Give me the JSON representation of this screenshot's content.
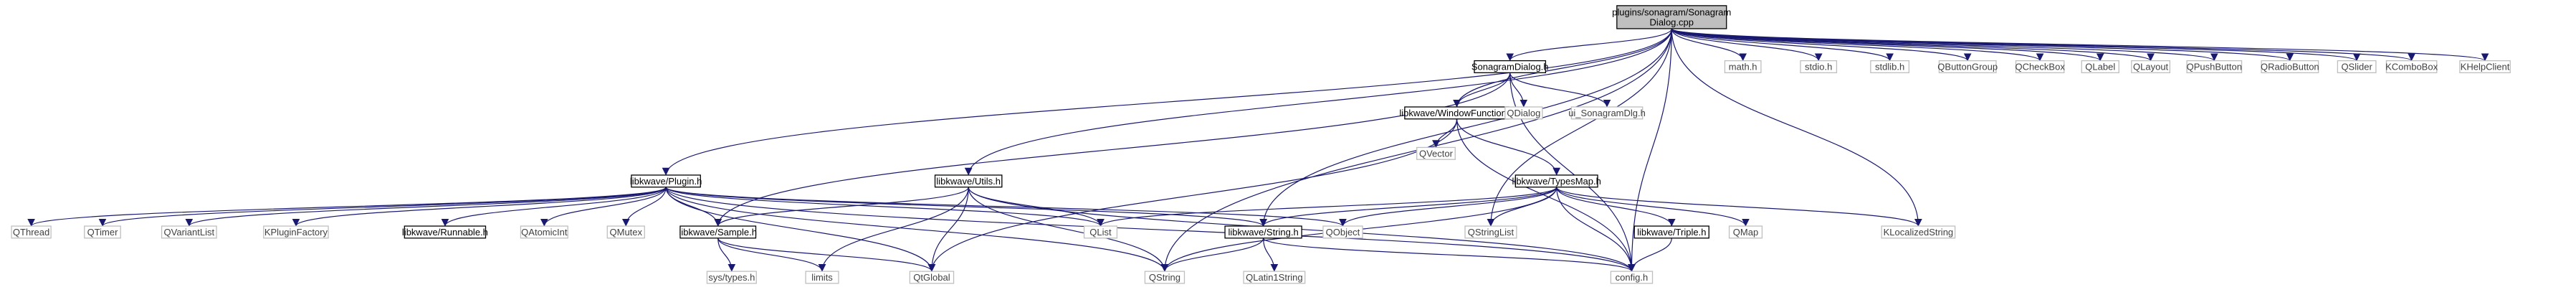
{
  "colors": {
    "root_fill": "#bfbfbf",
    "root_stroke": "#000000",
    "documented_stroke": "#000000",
    "external_stroke": "#bfbfbf",
    "text_dark": "#000000",
    "text_external": "#404040",
    "edge": "#191970"
  },
  "nodes": [
    {
      "id": "root",
      "kind": "root",
      "lines": [
        "plugins/sonagram/Sonagram",
        "Dialog.cpp"
      ]
    },
    {
      "id": "sonagramdialog_h",
      "kind": "documented",
      "lines": [
        "SonagramDialog.h"
      ]
    },
    {
      "id": "math_h",
      "kind": "external",
      "lines": [
        "math.h"
      ]
    },
    {
      "id": "stdio_h",
      "kind": "external",
      "lines": [
        "stdio.h"
      ]
    },
    {
      "id": "stdlib_h",
      "kind": "external",
      "lines": [
        "stdlib.h"
      ]
    },
    {
      "id": "qbuttongroup",
      "kind": "external",
      "lines": [
        "QButtonGroup"
      ]
    },
    {
      "id": "qcheckbox",
      "kind": "external",
      "lines": [
        "QCheckBox"
      ]
    },
    {
      "id": "qlabel",
      "kind": "external",
      "lines": [
        "QLabel"
      ]
    },
    {
      "id": "qlayout",
      "kind": "external",
      "lines": [
        "QLayout"
      ]
    },
    {
      "id": "qpushbutton",
      "kind": "external",
      "lines": [
        "QPushButton"
      ]
    },
    {
      "id": "qradiobutton",
      "kind": "external",
      "lines": [
        "QRadioButton"
      ]
    },
    {
      "id": "qslider",
      "kind": "external",
      "lines": [
        "QSlider"
      ]
    },
    {
      "id": "kcombobox",
      "kind": "external",
      "lines": [
        "KComboBox"
      ]
    },
    {
      "id": "khelpclient",
      "kind": "external",
      "lines": [
        "KHelpClient"
      ]
    },
    {
      "id": "windowfunction_h",
      "kind": "documented",
      "lines": [
        "libkwave/WindowFunction.h"
      ]
    },
    {
      "id": "qdialog",
      "kind": "external",
      "lines": [
        "QDialog"
      ]
    },
    {
      "id": "ui_sonagramdlg_h",
      "kind": "external",
      "lines": [
        "ui_SonagramDlg.h"
      ]
    },
    {
      "id": "qvector",
      "kind": "external",
      "lines": [
        "QVector"
      ]
    },
    {
      "id": "plugin_h",
      "kind": "documented",
      "lines": [
        "libkwave/Plugin.h"
      ]
    },
    {
      "id": "utils_h",
      "kind": "documented",
      "lines": [
        "libkwave/Utils.h"
      ]
    },
    {
      "id": "typesmap_h",
      "kind": "documented",
      "lines": [
        "libkwave/TypesMap.h"
      ]
    },
    {
      "id": "qthread",
      "kind": "external",
      "lines": [
        "QThread"
      ]
    },
    {
      "id": "qtimer",
      "kind": "external",
      "lines": [
        "QTimer"
      ]
    },
    {
      "id": "qvariantlist",
      "kind": "external",
      "lines": [
        "QVariantList"
      ]
    },
    {
      "id": "kpluginfactory",
      "kind": "external",
      "lines": [
        "KPluginFactory"
      ]
    },
    {
      "id": "runnable_h",
      "kind": "documented",
      "lines": [
        "libkwave/Runnable.h"
      ]
    },
    {
      "id": "qatomicint",
      "kind": "external",
      "lines": [
        "QAtomicInt"
      ]
    },
    {
      "id": "qmutex",
      "kind": "external",
      "lines": [
        "QMutex"
      ]
    },
    {
      "id": "sample_h",
      "kind": "documented",
      "lines": [
        "libkwave/Sample.h"
      ]
    },
    {
      "id": "qlist",
      "kind": "external",
      "lines": [
        "QList"
      ]
    },
    {
      "id": "string_h",
      "kind": "documented",
      "lines": [
        "libkwave/String.h"
      ]
    },
    {
      "id": "qobject",
      "kind": "external",
      "lines": [
        "QObject"
      ]
    },
    {
      "id": "qstringlist",
      "kind": "external",
      "lines": [
        "QStringList"
      ]
    },
    {
      "id": "triple_h",
      "kind": "documented",
      "lines": [
        "libkwave/Triple.h"
      ]
    },
    {
      "id": "qmap",
      "kind": "external",
      "lines": [
        "QMap"
      ]
    },
    {
      "id": "klocalizedstring",
      "kind": "external",
      "lines": [
        "KLocalizedString"
      ]
    },
    {
      "id": "sys_types_h",
      "kind": "external",
      "lines": [
        "sys/types.h"
      ]
    },
    {
      "id": "limits",
      "kind": "external",
      "lines": [
        "limits"
      ]
    },
    {
      "id": "qtglobal",
      "kind": "external",
      "lines": [
        "QtGlobal"
      ]
    },
    {
      "id": "qstring",
      "kind": "external",
      "lines": [
        "QString"
      ]
    },
    {
      "id": "qlatin1string",
      "kind": "external",
      "lines": [
        "QLatin1String"
      ]
    },
    {
      "id": "config_h",
      "kind": "external",
      "lines": [
        "config.h"
      ]
    }
  ],
  "edges": [
    [
      "root",
      "sonagramdialog_h"
    ],
    [
      "root",
      "math_h"
    ],
    [
      "root",
      "stdio_h"
    ],
    [
      "root",
      "stdlib_h"
    ],
    [
      "root",
      "qbuttongroup"
    ],
    [
      "root",
      "qcheckbox"
    ],
    [
      "root",
      "qlabel"
    ],
    [
      "root",
      "qlayout"
    ],
    [
      "root",
      "qpushbutton"
    ],
    [
      "root",
      "qradiobutton"
    ],
    [
      "root",
      "qslider"
    ],
    [
      "root",
      "kcombobox"
    ],
    [
      "root",
      "khelpclient"
    ],
    [
      "root",
      "windowfunction_h"
    ],
    [
      "root",
      "plugin_h"
    ],
    [
      "root",
      "utils_h"
    ],
    [
      "root",
      "string_h"
    ],
    [
      "root",
      "qstring"
    ],
    [
      "root",
      "qstringlist"
    ],
    [
      "root",
      "klocalizedstring"
    ],
    [
      "root",
      "config_h"
    ],
    [
      "sonagramdialog_h",
      "qdialog"
    ],
    [
      "sonagramdialog_h",
      "ui_sonagramdlg_h"
    ],
    [
      "sonagramdialog_h",
      "windowfunction_h"
    ],
    [
      "sonagramdialog_h",
      "sample_h"
    ],
    [
      "sonagramdialog_h",
      "config_h"
    ],
    [
      "windowfunction_h",
      "qvector"
    ],
    [
      "windowfunction_h",
      "typesmap_h"
    ],
    [
      "windowfunction_h",
      "qtglobal"
    ],
    [
      "windowfunction_h",
      "config_h"
    ],
    [
      "plugin_h",
      "qthread"
    ],
    [
      "plugin_h",
      "qtimer"
    ],
    [
      "plugin_h",
      "qvariantlist"
    ],
    [
      "plugin_h",
      "kpluginfactory"
    ],
    [
      "plugin_h",
      "runnable_h"
    ],
    [
      "plugin_h",
      "qatomicint"
    ],
    [
      "plugin_h",
      "qmutex"
    ],
    [
      "plugin_h",
      "sample_h"
    ],
    [
      "plugin_h",
      "qlist"
    ],
    [
      "plugin_h",
      "string_h"
    ],
    [
      "plugin_h",
      "qobject"
    ],
    [
      "plugin_h",
      "qtglobal"
    ],
    [
      "plugin_h",
      "qstring"
    ],
    [
      "plugin_h",
      "config_h"
    ],
    [
      "utils_h",
      "sample_h"
    ],
    [
      "utils_h",
      "limits"
    ],
    [
      "utils_h",
      "qtglobal"
    ],
    [
      "utils_h",
      "qlist"
    ],
    [
      "utils_h",
      "qstring"
    ],
    [
      "utils_h",
      "config_h"
    ],
    [
      "typesmap_h",
      "qlist"
    ],
    [
      "typesmap_h",
      "string_h"
    ],
    [
      "typesmap_h",
      "qobject"
    ],
    [
      "typesmap_h",
      "qstringlist"
    ],
    [
      "typesmap_h",
      "triple_h"
    ],
    [
      "typesmap_h",
      "qmap"
    ],
    [
      "typesmap_h",
      "klocalizedstring"
    ],
    [
      "typesmap_h",
      "qstring"
    ],
    [
      "typesmap_h",
      "config_h"
    ],
    [
      "sample_h",
      "sys_types_h"
    ],
    [
      "sample_h",
      "limits"
    ],
    [
      "sample_h",
      "qtglobal"
    ],
    [
      "string_h",
      "qstring"
    ],
    [
      "string_h",
      "qlatin1string"
    ],
    [
      "string_h",
      "config_h"
    ],
    [
      "triple_h",
      "config_h"
    ]
  ]
}
